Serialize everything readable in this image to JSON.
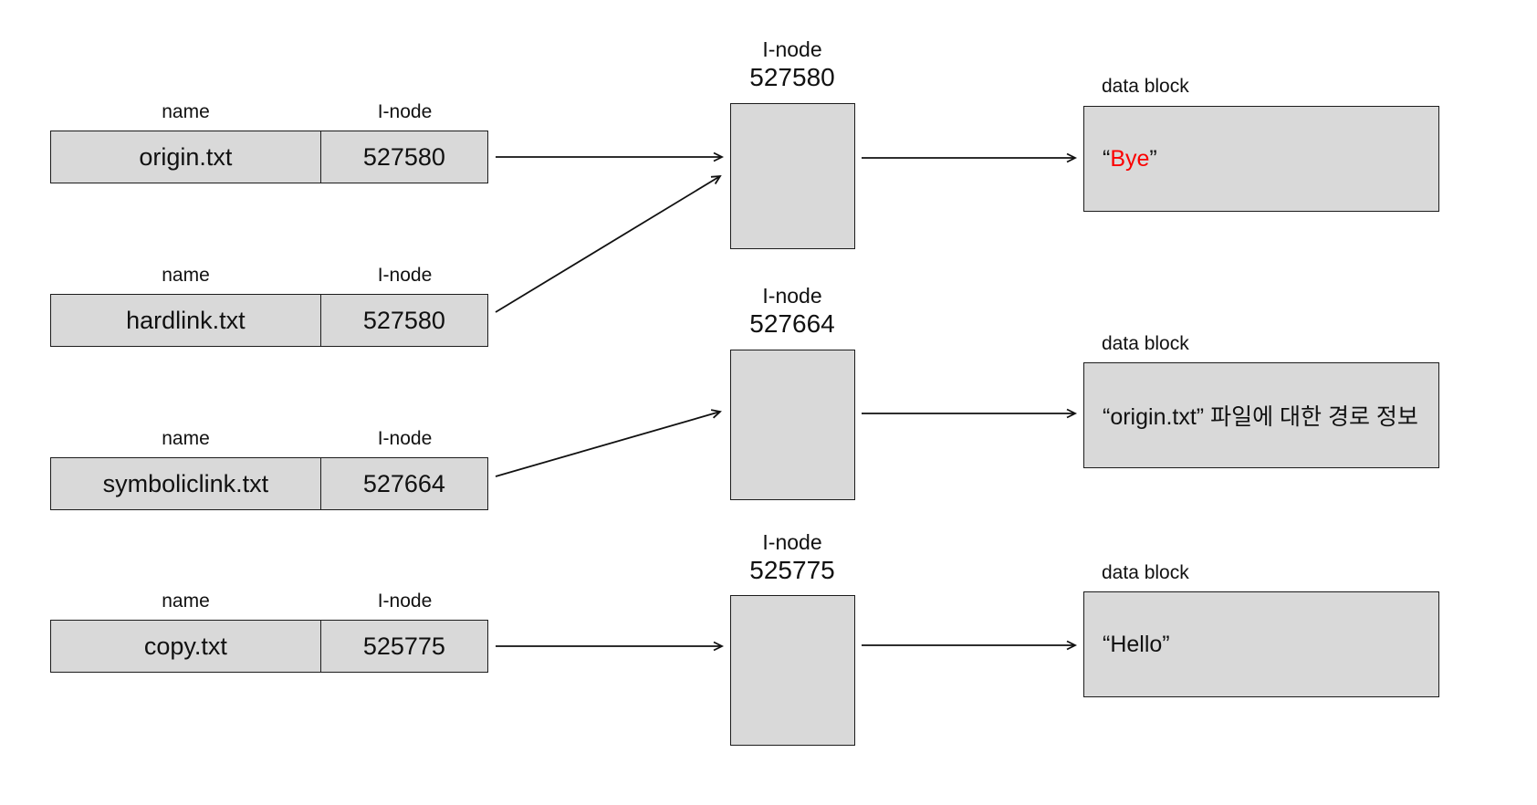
{
  "colors": {
    "box_fill": "#d9d9d9",
    "border": "#1c1c1c",
    "text": "#111111",
    "red_text": "#fb0000",
    "arrow": "#111111",
    "background": "#ffffff"
  },
  "directory_table": {
    "headers": {
      "name": "name",
      "inode": "I-node"
    },
    "entries": [
      {
        "name": "origin.txt",
        "inode": "527580"
      },
      {
        "name": "hardlink.txt",
        "inode": "527580"
      },
      {
        "name": "symboliclink.txt",
        "inode": "527664"
      },
      {
        "name": "copy.txt",
        "inode": "525775"
      }
    ]
  },
  "inodes": [
    {
      "label": "I-node",
      "number": "527580"
    },
    {
      "label": "I-node",
      "number": "527664"
    },
    {
      "label": "I-node",
      "number": "525775"
    }
  ],
  "data_blocks": [
    {
      "label": "data block",
      "quote_open": "“",
      "text": "Bye",
      "quote_close": "”"
    },
    {
      "label": "data block",
      "text": "“origin.txt” 파일에 대한 경로 정보"
    },
    {
      "label": "data block",
      "text": "“Hello”"
    }
  ]
}
